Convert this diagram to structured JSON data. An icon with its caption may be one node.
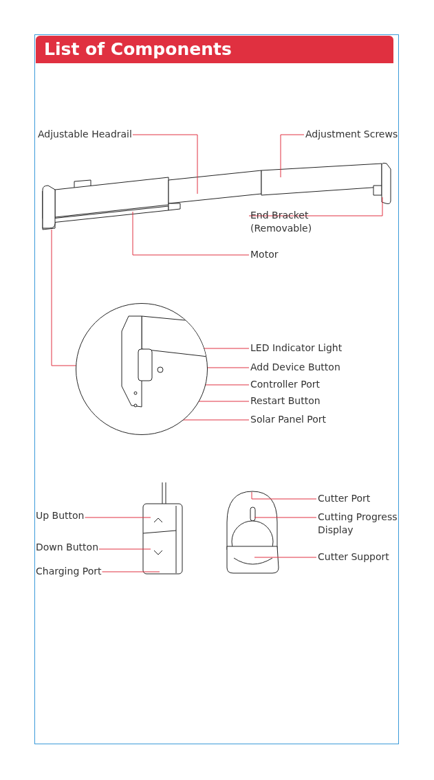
{
  "diagram": {
    "title": "List of Components",
    "nodes": [
      {
        "text": [
          "Adjustable Headrail"
        ]
      },
      {
        "text": [
          "Adjustment Screws"
        ]
      },
      {
        "text": [
          "End Bracket (Removable)"
        ]
      },
      {
        "text": [
          "Motor"
        ]
      },
      {
        "text": [],
        "shape": "circle"
      },
      {
        "text": [
          "LED Indicator Light"
        ]
      },
      {
        "text": [
          "Add Device Button"
        ]
      },
      {
        "text": [
          "Controller Port"
        ]
      },
      {
        "text": [
          "Restart Button"
        ]
      },
      {
        "text": [
          "Solar Panel Port"
        ]
      },
      {
        "text": [
          "Up Button"
        ]
      },
      {
        "text": [
          "Down Button"
        ]
      },
      {
        "text": [
          "Charging Port"
        ]
      },
      {
        "text": [
          "Cutter Port"
        ]
      },
      {
        "text": [
          "Cutting Progress Display"
        ]
      },
      {
        "text": [
          "Cutter Support"
        ]
      },
      {
        "text": [],
        "shape": "picture"
      },
      {
        "text": [],
        "shape": "picture"
      },
      {
        "text": [],
        "shape": "picture"
      }
    ],
    "edges": [
      {
        "from": 0,
        "to": 16,
        "arrow": "none"
      },
      {
        "from": 1,
        "to": 16,
        "arrow": "none"
      },
      {
        "from": 2,
        "to": 16,
        "arrow": "none"
      },
      {
        "from": 3,
        "to": 16,
        "arrow": "none"
      },
      {
        "from": 16,
        "to": 4,
        "arrow": "none"
      },
      {
        "from": 5,
        "to": 4,
        "arrow": "none"
      },
      {
        "from": 6,
        "to": 4,
        "arrow": "none"
      },
      {
        "from": 7,
        "to": 4,
        "arrow": "none"
      },
      {
        "from": 8,
        "to": 4,
        "arrow": "none"
      },
      {
        "from": 9,
        "to": 4,
        "arrow": "none"
      },
      {
        "from": 10,
        "to": 17,
        "arrow": "none"
      },
      {
        "from": 11,
        "to": 17,
        "arrow": "none"
      },
      {
        "from": 12,
        "to": 17,
        "arrow": "none"
      },
      {
        "from": 13,
        "to": 18,
        "arrow": "none"
      },
      {
        "from": 14,
        "to": 18,
        "arrow": "none"
      },
      {
        "from": 15,
        "to": 18,
        "arrow": "none"
      }
    ]
  }
}
